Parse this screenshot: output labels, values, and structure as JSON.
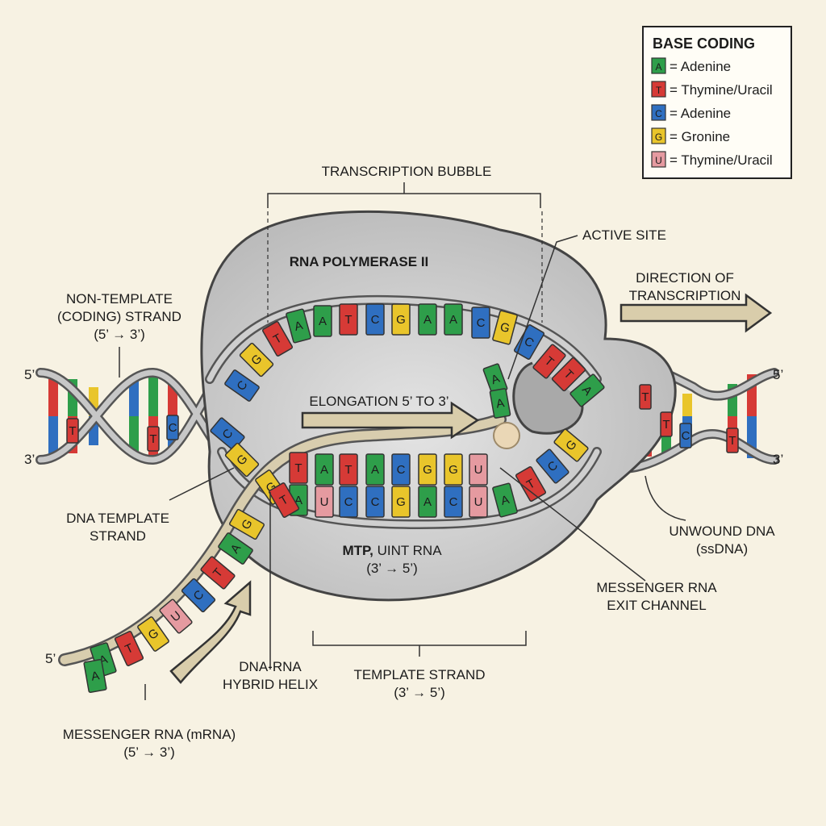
{
  "colors": {
    "A": "#2e9e4a",
    "T": "#d63a36",
    "C": "#2f6fc0",
    "G": "#e9c52b",
    "U": "#e59aa0",
    "background": "#f7f2e3",
    "polymerase": "#c9c9c9",
    "rna": "#d8cdae"
  },
  "legend": {
    "title": "BASE CODING",
    "items": [
      {
        "code": "A",
        "text": "= Adenine",
        "color": "#2e9e4a"
      },
      {
        "code": "T",
        "text": "= Thymine/Uracil",
        "color": "#d63a36"
      },
      {
        "code": "C",
        "text": "= Adenine",
        "color": "#2f6fc0"
      },
      {
        "code": "G",
        "text": "= Gronine",
        "color": "#e9c52b"
      },
      {
        "code": "U",
        "text": "= Thymine/Uracil",
        "color": "#e59aa0"
      }
    ]
  },
  "labels": {
    "bubble": "TRANSCRIPTION BUBBLE",
    "polymerase": "RNA POLYMERASE II",
    "active_site": "ACTIVE SITE",
    "direction_1": "DIRECTION OF",
    "direction_2": "TRANSCRIPTION",
    "nontemplate_1": "NON-TEMPLATE",
    "nontemplate_2": "(CODING) STRAND",
    "nontemplate_3": "(5’ → 3’)",
    "elongation": "ELONGATION 5’ TO 3’",
    "dna_template_1": "DNA TEMPLATE",
    "dna_template_2": "STRAND",
    "mtp_1": "MTP,",
    "mtp_2": " UINT RNA",
    "mtp_3": "(3’ → 5’)",
    "unwound_1": "UNWOUND DNA",
    "unwound_2": "(ssDNA)",
    "exit_1": "MESSENGER RNA",
    "exit_2": "EXIT CHANNEL",
    "hybrid_1": "DNA-RNA",
    "hybrid_2": "HYBRID HELIX",
    "template_1": "TEMPLATE STRAND",
    "template_2": "(3’ → 5’)",
    "mrna_1": "MESSENGER RNA (mRNA)",
    "mrna_2": "(5’ → 3’)",
    "end_5_left": "5’",
    "end_3_left": "3’",
    "end_5_right": "5’",
    "end_3_right": "3’",
    "end_5_mrna": "5’"
  },
  "bases": {
    "coding_top": [
      "C",
      "G",
      "T",
      "A",
      "A",
      "T",
      "C",
      "G",
      "A",
      "A",
      "C",
      "G",
      "C",
      "T",
      "T",
      "A"
    ],
    "rna_row": [
      "T",
      "A",
      "T",
      "A",
      "C",
      "G",
      "G",
      "U"
    ],
    "template_row": [
      "A",
      "U",
      "C",
      "C",
      "G",
      "A",
      "C",
      "U",
      "A",
      "T",
      "C",
      "G"
    ],
    "lower_left": [
      "C",
      "G",
      "G",
      "T"
    ],
    "mrna_tail": [
      "G",
      "A",
      "T",
      "C",
      "U",
      "G",
      "T",
      "A",
      "A"
    ],
    "left_helix": [
      "T",
      "T",
      "C"
    ],
    "right_helix": [
      "T",
      "T",
      "C",
      "T"
    ],
    "incoming": [
      "A",
      "A"
    ]
  }
}
